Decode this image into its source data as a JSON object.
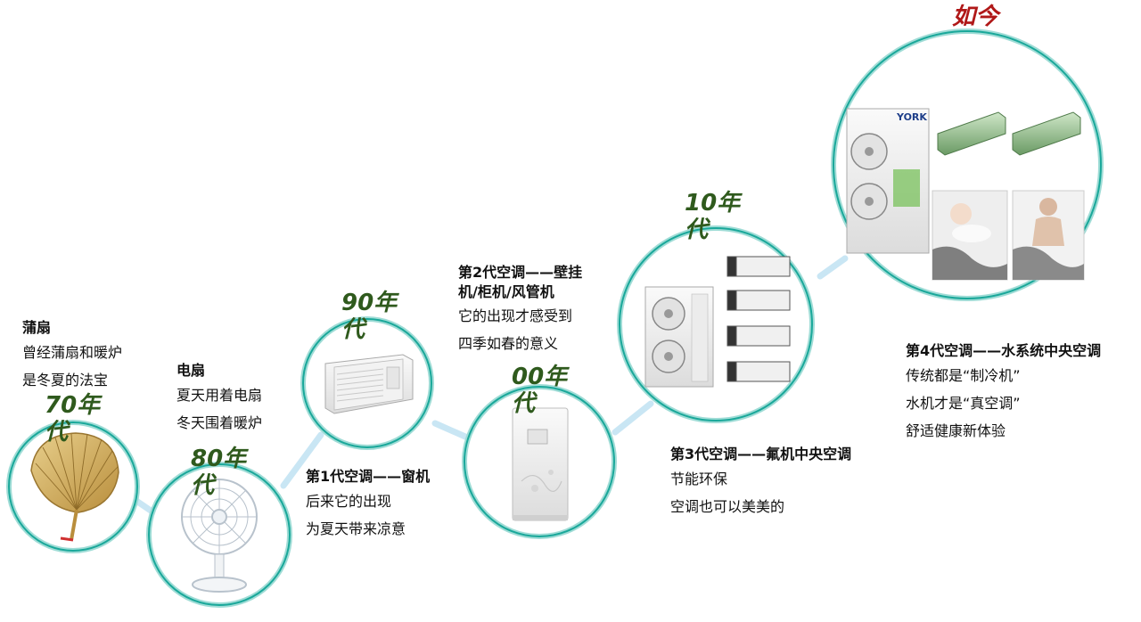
{
  "now_label": "如今",
  "eras": [
    {
      "label": "70年代",
      "title": "蒲扇",
      "lines": [
        "曾经蒲扇和暖炉",
        "是冬夏的法宝"
      ]
    },
    {
      "label": "80年代",
      "title": "电扇",
      "lines": [
        "夏天用着电扇",
        "冬天围着暖炉"
      ]
    },
    {
      "label": "90年代",
      "title": "第1代空调——窗机",
      "lines": [
        "后来它的出现",
        "为夏天带来凉意"
      ]
    },
    {
      "label": "00年代",
      "title_lines": [
        "第2代空调——壁挂",
        "机/柜机/风管机"
      ],
      "lines": [
        "它的出现才感受到",
        "四季如春的意义"
      ]
    },
    {
      "label": "10年代",
      "title": "第3代空调——氟机中央空调",
      "lines": [
        "节能环保",
        "空调也可以美美的"
      ]
    },
    {
      "label": "如今",
      "title": "第4代空调——水系统中央空调",
      "lines": [
        "传统都是“制冷机”",
        "水机才是“真空调”",
        "舒适健康新体验"
      ]
    }
  ],
  "brand_text": "YORK",
  "colors": {
    "ring": "#1aa89a",
    "ring_light": "#9fdcd6",
    "connector": "#c9e6f4",
    "era_green": "#2f5a1d",
    "now_red": "#b01818"
  }
}
